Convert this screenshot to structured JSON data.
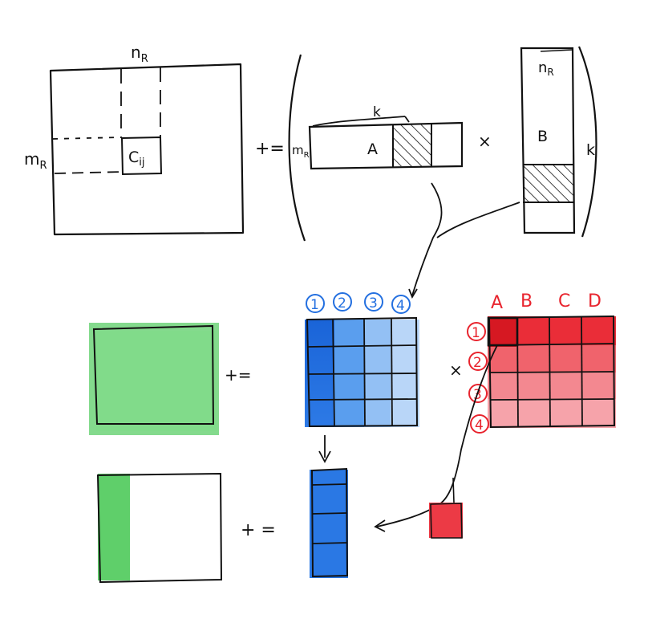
{
  "colors": {
    "ink": "#111111",
    "green": "#5fcf6a",
    "green_light": "#8edf95",
    "blue_dark": "#1f6ee0",
    "blue_mid": "#5ea0f0",
    "blue_light": "#9cc6f6",
    "blue_pale": "#bcd9fa",
    "red_dark": "#e8242e",
    "red_mid": "#f25a64",
    "red_light": "#f7a6ad"
  },
  "top": {
    "c_label": "C",
    "c_sub": "ij",
    "nr_top": "n",
    "nr_top_sub": "R",
    "mr_left": "m",
    "mr_left_sub": "R",
    "plus_eq": "+=",
    "a_label": "A",
    "a_k": "k",
    "a_mr": "m",
    "a_mr_sub": "R",
    "times": "×",
    "b_label": "B",
    "b_nr": "n",
    "b_nr_sub": "R",
    "b_k": "k"
  },
  "middle": {
    "plus_eq": "+=",
    "times": "×",
    "col_labels": [
      "1",
      "2",
      "3",
      "4"
    ],
    "row_labels": [
      "1",
      "2",
      "3",
      "4"
    ],
    "red_cols": [
      "A",
      "B",
      "C",
      "D"
    ]
  },
  "bottom": {
    "plus_eq": "+ ="
  }
}
